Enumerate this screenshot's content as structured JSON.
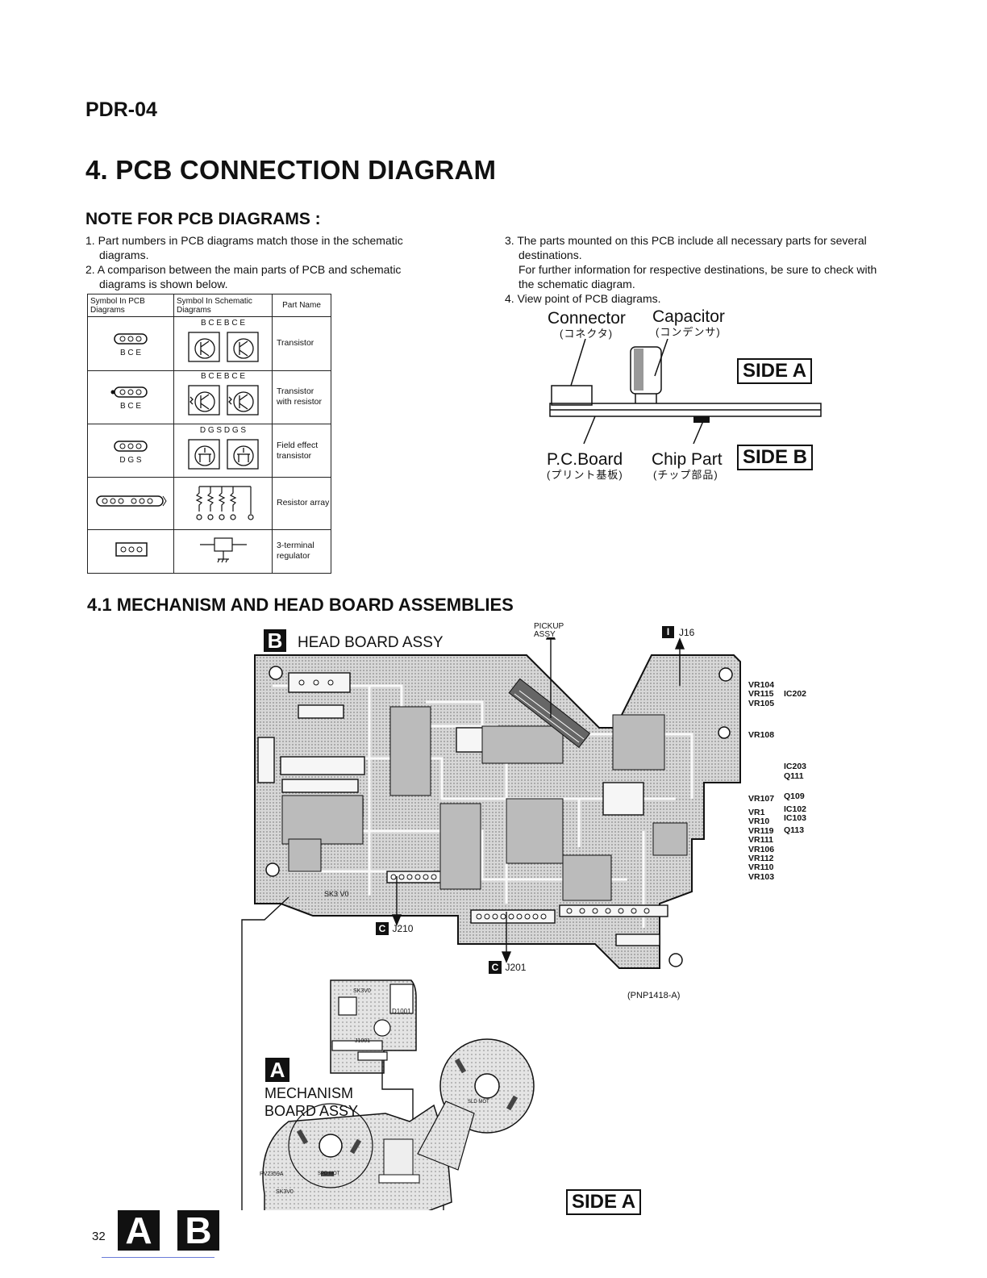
{
  "header": {
    "model": "PDR-04",
    "title": "4. PCB CONNECTION DIAGRAM"
  },
  "notes": {
    "heading": "NOTE FOR PCB DIAGRAMS :",
    "item1": "1. Part numbers in PCB diagrams match those in the schematic diagrams.",
    "item2": "2. A comparison between the main parts of PCB and schematic diagrams is shown below.",
    "item3a": "3. The parts mounted on this PCB include all necessary parts for several destinations.",
    "item3b": "For further information for respective destinations, be sure to check with the schematic diagram.",
    "item4": "4. View point of PCB diagrams."
  },
  "symbol_table": {
    "headers": [
      "Symbol In PCB Diagrams",
      "Symbol In Schematic Diagrams",
      "Part Name"
    ],
    "rows": [
      {
        "pcb_pins": "B C E",
        "sch_pins": "B  C  E  B  C  E",
        "name": "Transistor"
      },
      {
        "pcb_pins": "B C E",
        "sch_pins": "B  C  E  B  C  E",
        "name": "Transistor with resistor"
      },
      {
        "pcb_pins": "D G S",
        "sch_pins": "D  G  S  D  G  S",
        "name": "Field effect transistor"
      },
      {
        "pcb_pins": "",
        "sch_pins": "",
        "name": "Resistor array"
      },
      {
        "pcb_pins": "",
        "sch_pins": "",
        "name": "3-terminal regulator"
      }
    ]
  },
  "viewpoint": {
    "connector": "Connector",
    "connector_jp": "(コネクタ)",
    "capacitor": "Capacitor",
    "capacitor_jp": "(コンデンサ)",
    "pcboard": "P.C.Board",
    "pcboard_jp": "(プリント基板)",
    "chip": "Chip Part",
    "chip_jp": "(チップ部品)",
    "side_a": "SIDE A",
    "side_b": "SIDE B"
  },
  "section": {
    "title": "4.1 MECHANISM AND HEAD BOARD ASSEMBLIES",
    "head_badge": "B",
    "head_label": "HEAD BOARD ASSY",
    "pickup": "PICKUP ASSY",
    "j16_badge": "I",
    "j16": "J16",
    "j210_badge": "C",
    "j210": "J210",
    "j201_badge": "C",
    "j201": "J201",
    "sk3": "SK3 V0",
    "pnp": "(PNP1418-A)",
    "mech_badge": "A",
    "mech_label_1": "MECHANISM",
    "mech_label_2": "BOARD ASSY",
    "side_a": "SIDE A",
    "vr_col": [
      "VR104",
      "VR115",
      "VR105",
      "",
      "VR108",
      "",
      "",
      "",
      "",
      "VR107",
      "",
      "VR1",
      "VR10",
      "VR119",
      "VR111",
      "VR106",
      "VR112",
      "VR110",
      "VR103"
    ],
    "ic_col": [
      "IC202",
      "IC203",
      "Q111",
      "Q109",
      "IC102",
      "IC103",
      "Q113"
    ],
    "mech_labels": [
      "SK3V0",
      "D1001",
      "J1001",
      "SLD MOT",
      "SPD MOT",
      "PV2359A",
      "SK3V0"
    ]
  },
  "footer": {
    "page": "32",
    "badge_a": "A",
    "badge_b": "B"
  }
}
